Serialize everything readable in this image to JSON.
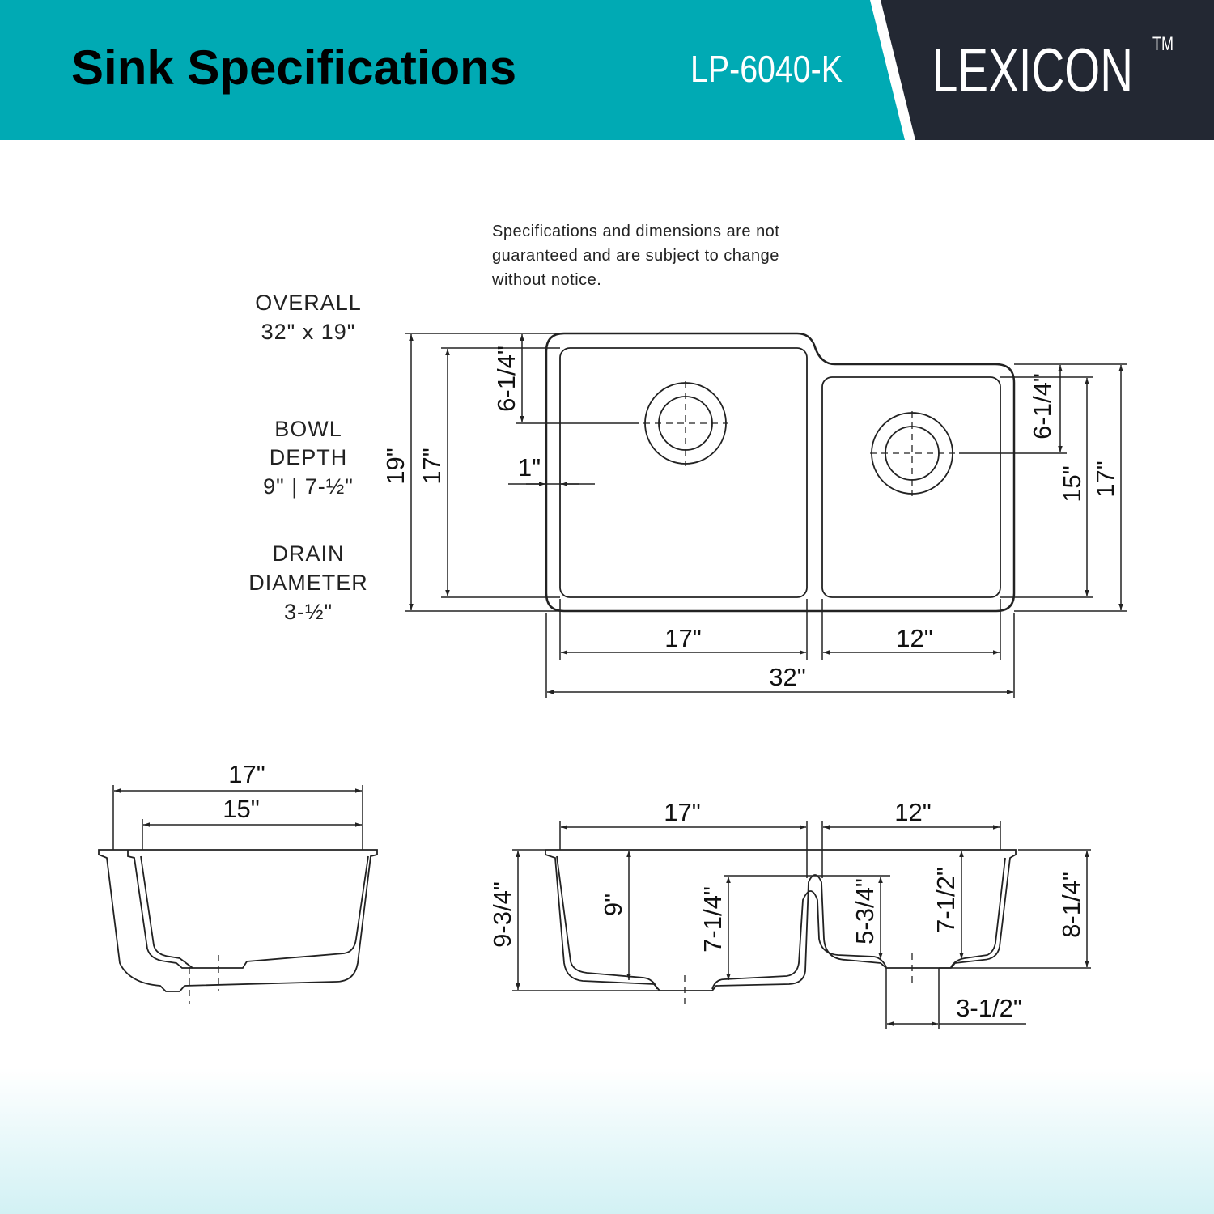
{
  "header": {
    "title": "Sink Specifications",
    "model": "LP-6040-K",
    "brand": "LEXICON",
    "trademark": "TM",
    "colors": {
      "teal": "#00aab4",
      "dark": "#232833"
    }
  },
  "specs": {
    "overall_label": "OVERALL",
    "overall_value": "32\" x 19\"",
    "bowl_label_1": "BOWL",
    "bowl_label_2": "DEPTH",
    "bowl_value": "9\" | 7-½\"",
    "drain_label_1": "DRAIN",
    "drain_label_2": "DIAMETER",
    "drain_value": "3-½\""
  },
  "disclaimer": [
    "Specifications and dimensions are not",
    "guaranteed and are subject to change",
    "without notice."
  ],
  "top_view": {
    "overall_depth": "19\"",
    "left_bowl_depth": "17\"",
    "left_drain_offset": "6-1/4\"",
    "rim_width": "1\"",
    "right_drain_offset": "6-1/4\"",
    "right_bowl_depth": "15\"",
    "right_overall_depth": "17\"",
    "left_bowl_width": "17\"",
    "right_bowl_width": "12\"",
    "overall_width": "32\""
  },
  "side_view": {
    "outer_width": "17\"",
    "inner_width": "15\""
  },
  "front_view": {
    "left_bowl_width": "17\"",
    "right_bowl_width": "12\"",
    "overall_height": "9-3/4\"",
    "left_bowl_depth": "9\"",
    "divider_height": "7-1/4\"",
    "divider_right_height": "5-3/4\"",
    "right_bowl_depth": "7-1/2\"",
    "right_overall_height": "8-1/4\"",
    "drain_diameter": "3-1/2\""
  }
}
